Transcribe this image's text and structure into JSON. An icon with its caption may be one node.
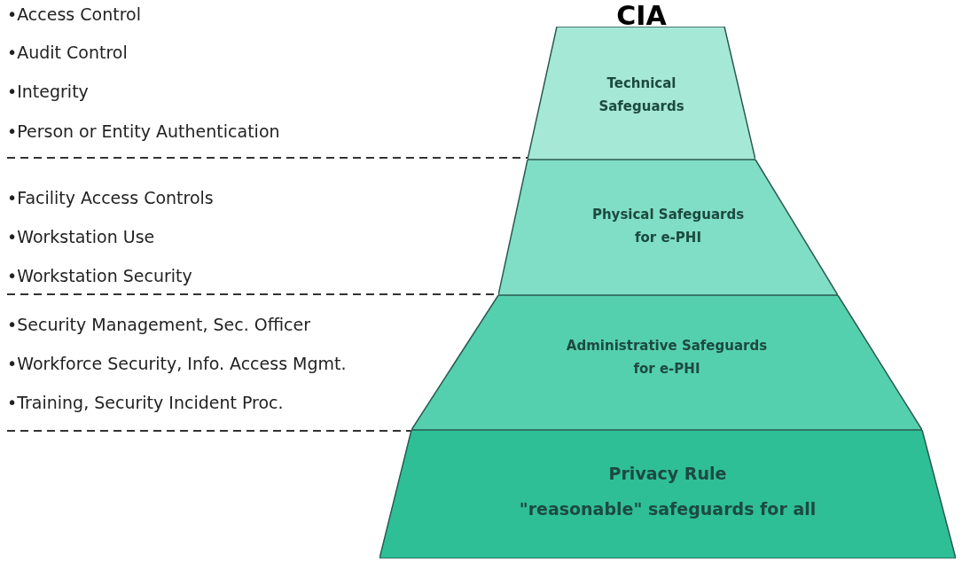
{
  "diagram": {
    "nodes": [
      {
        "text": [
          "CIA",
          "Technical Safeguards"
        ]
      },
      {
        "text": [
          "Physical Safeguards for e-PHI"
        ]
      },
      {
        "text": [
          "Administrative Safeguards for e-PHI"
        ]
      },
      {
        "text": [
          "Privacy Rule",
          "\"reasonable\" safeguards for all"
        ]
      }
    ],
    "edges": [],
    "labels": [
      "•Access Control",
      "•Audit Control",
      "•Integrity",
      "•Person or Entity Authentication",
      "•Facility Access Controls",
      "•Workstation Use",
      "•Workstation Security",
      "•Security Management, Sec. Officer",
      "•Workforce Security, Info. Access Mgmt.",
      "•Training, Security Incident Proc."
    ]
  }
}
